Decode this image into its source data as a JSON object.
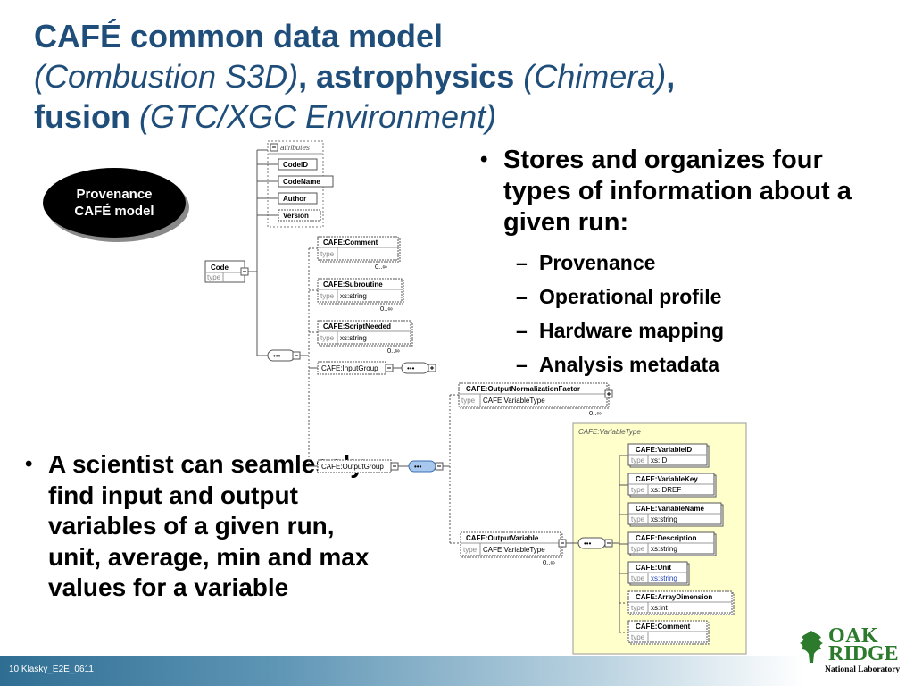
{
  "title": {
    "line1": "CAFÉ common data model",
    "combustion": "(Combustion S3D)",
    "astro": ", astrophysics",
    "chimera": "(Chimera)",
    "comma": ",",
    "fusion": "fusion",
    "gtc": "(GTC/XGC Environment)"
  },
  "right_bullets": [
    {
      "text": "Stores and organizes four types of information about a given run:",
      "sub": [
        "Provenance",
        "Operational profile",
        "Hardware mapping",
        "Analysis metadata"
      ]
    }
  ],
  "left_bullets": [
    {
      "text": "A scientist can seamlessly find input and output variables of a given run, unit, average, min and max values for a variable"
    }
  ],
  "callout": {
    "line1": "Provenance",
    "line2": "CAFÉ model"
  },
  "footer": {
    "text": "10 Klasky_E2E_0611"
  },
  "logo": {
    "line1": "OAK",
    "line2": "RIDGE",
    "line3": "National Laboratory"
  },
  "diagram": {
    "attributes_label": "attributes",
    "attributes": [
      "CodeID",
      "CodeName",
      "Author",
      "Version"
    ],
    "code": {
      "name": "Code",
      "type_label": "type"
    },
    "seq_symbol": "•••",
    "elements": [
      {
        "name": "CAFE:Comment",
        "type_label": "type",
        "type_value": "",
        "card": "0..∞"
      },
      {
        "name": "CAFE:Subroutine",
        "type_label": "type",
        "type_value": "xs:string",
        "card": "0..∞"
      },
      {
        "name": "CAFE:ScriptNeeded",
        "type_label": "type",
        "type_value": "xs:string",
        "card": "0..∞"
      }
    ],
    "input_group": "CAFE:InputGroup",
    "output_group": "CAFE:OutputGroup",
    "output_norm": {
      "name": "CAFE:OutputNormalizationFactor",
      "type_label": "type",
      "type_value": "CAFE:VariableType",
      "card": "0..∞"
    },
    "output_var": {
      "name": "CAFE:OutputVariable",
      "type_label": "type",
      "type_value": "CAFE:VariableType",
      "card": "0..∞"
    },
    "variable_type": {
      "label": "CAFE:VariableType",
      "items": [
        {
          "name": "CAFE:VariableID",
          "type_label": "type",
          "type_value": "xs:ID"
        },
        {
          "name": "CAFE:VariableKey",
          "type_label": "type",
          "type_value": "xs:IDREF"
        },
        {
          "name": "CAFE:VariableName",
          "type_label": "type",
          "type_value": "xs:string"
        },
        {
          "name": "CAFE:Description",
          "type_label": "type",
          "type_value": "xs:string"
        },
        {
          "name": "CAFE:Unit",
          "type_label": "type",
          "type_value": "xs:string"
        },
        {
          "name": "CAFE:ArrayDimension",
          "type_label": "type",
          "type_value": "xs:int"
        },
        {
          "name": "CAFE:Comment",
          "type_label": "type",
          "type_value": ""
        }
      ]
    }
  },
  "colors": {
    "title": "#1f4e7a",
    "panel": "#ffffcc",
    "footer": "#2f6e93",
    "logo": "#2c7a2c"
  }
}
